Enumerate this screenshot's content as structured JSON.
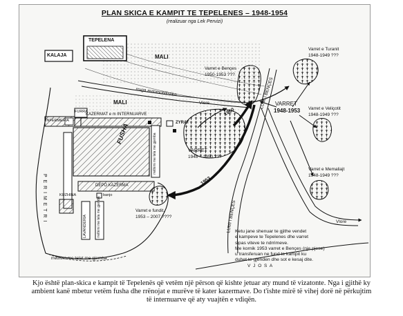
{
  "map": {
    "title": "PLAN SKICA E KAMPIT TE TEPELENES – 1948-1954",
    "subtitle": "(realizuar nga Lek Pervizi)",
    "labels": {
      "kalaja": "KALAJA",
      "tepelena": "TEPELENA",
      "mali_top": "MALI",
      "mali_mid": "MALI",
      "rruga": "rruga automobilistike",
      "vlore_top": "Vlore",
      "vlore_bottom": "Vlore",
      "lumi_bences": "LUMI I BENÇES",
      "lumi_bences_lower": "LUMI I BENÇES",
      "kazermat": "KAZERMAT e m INTERNUARVE",
      "infermeria": "INFERMERIA",
      "furra": "FURRA",
      "fusha": "FUSHA",
      "zyrat": "ZYRAT",
      "perimetri": "P E R I M E T R I",
      "kuzhina": "KUZHINA",
      "depo": "DEPO KAZERMA",
      "banjo": "banjo",
      "lavanderia": "LAVANDERIA",
      "rrethimi": "rrethimi me telat me gjemba",
      "vjosa": "V J O S A",
      "varret_main": "VARRET",
      "varret_main_years": "1948 – 1950 ???",
      "varret_ne": "VARRET",
      "varret_ne_years": "1948-1953",
      "year_1950": "1950",
      "year_1953": "1953",
      "vertical_strip": "rrethimi me tela me gjemba",
      "vertical_strip2": "rrethimi me tela me gjemba"
    },
    "cemeteries": [
      {
        "name": "Varret e Bençes",
        "years": "1950-1953 ???"
      },
      {
        "name": "Varret e Turanit",
        "years": "1948-1949 ???"
      },
      {
        "name": "Varret e Veliçotit",
        "years": "1948-1949 ???"
      },
      {
        "name": "Varret e Memaliajt",
        "years": "1948-1949 ???"
      },
      {
        "name": "Varret e fundit,",
        "years": "1953 – 2007 ????"
      }
    ],
    "note_lines": [
      "Ketu jane shenuar te gjithe vendet",
      "e kampeve te Tepelenes dhe varret",
      "sipas viteve te ndrrimeve.",
      "Me kornik 1953 varret e Bençes (nje pjese)",
      "u transferuan ne fund te kampit ku",
      "duhet te gjenden dhe sot e kesaj dite."
    ]
  },
  "caption_lines": [
    "Kjo është plan-skica e kampit të Tepelenës që vetëm një përson që kishte jetuar aty  mund të vizatonte. Nga i gjithë ky",
    "ambient kanë mbetur vetëm fusha dhe rrënojat e murëve të  kater kazermave.  Do t'ishte mirë të vihej dorë në përkujtim",
    "të internuarve që aty vuajtën e vdiqën."
  ]
}
